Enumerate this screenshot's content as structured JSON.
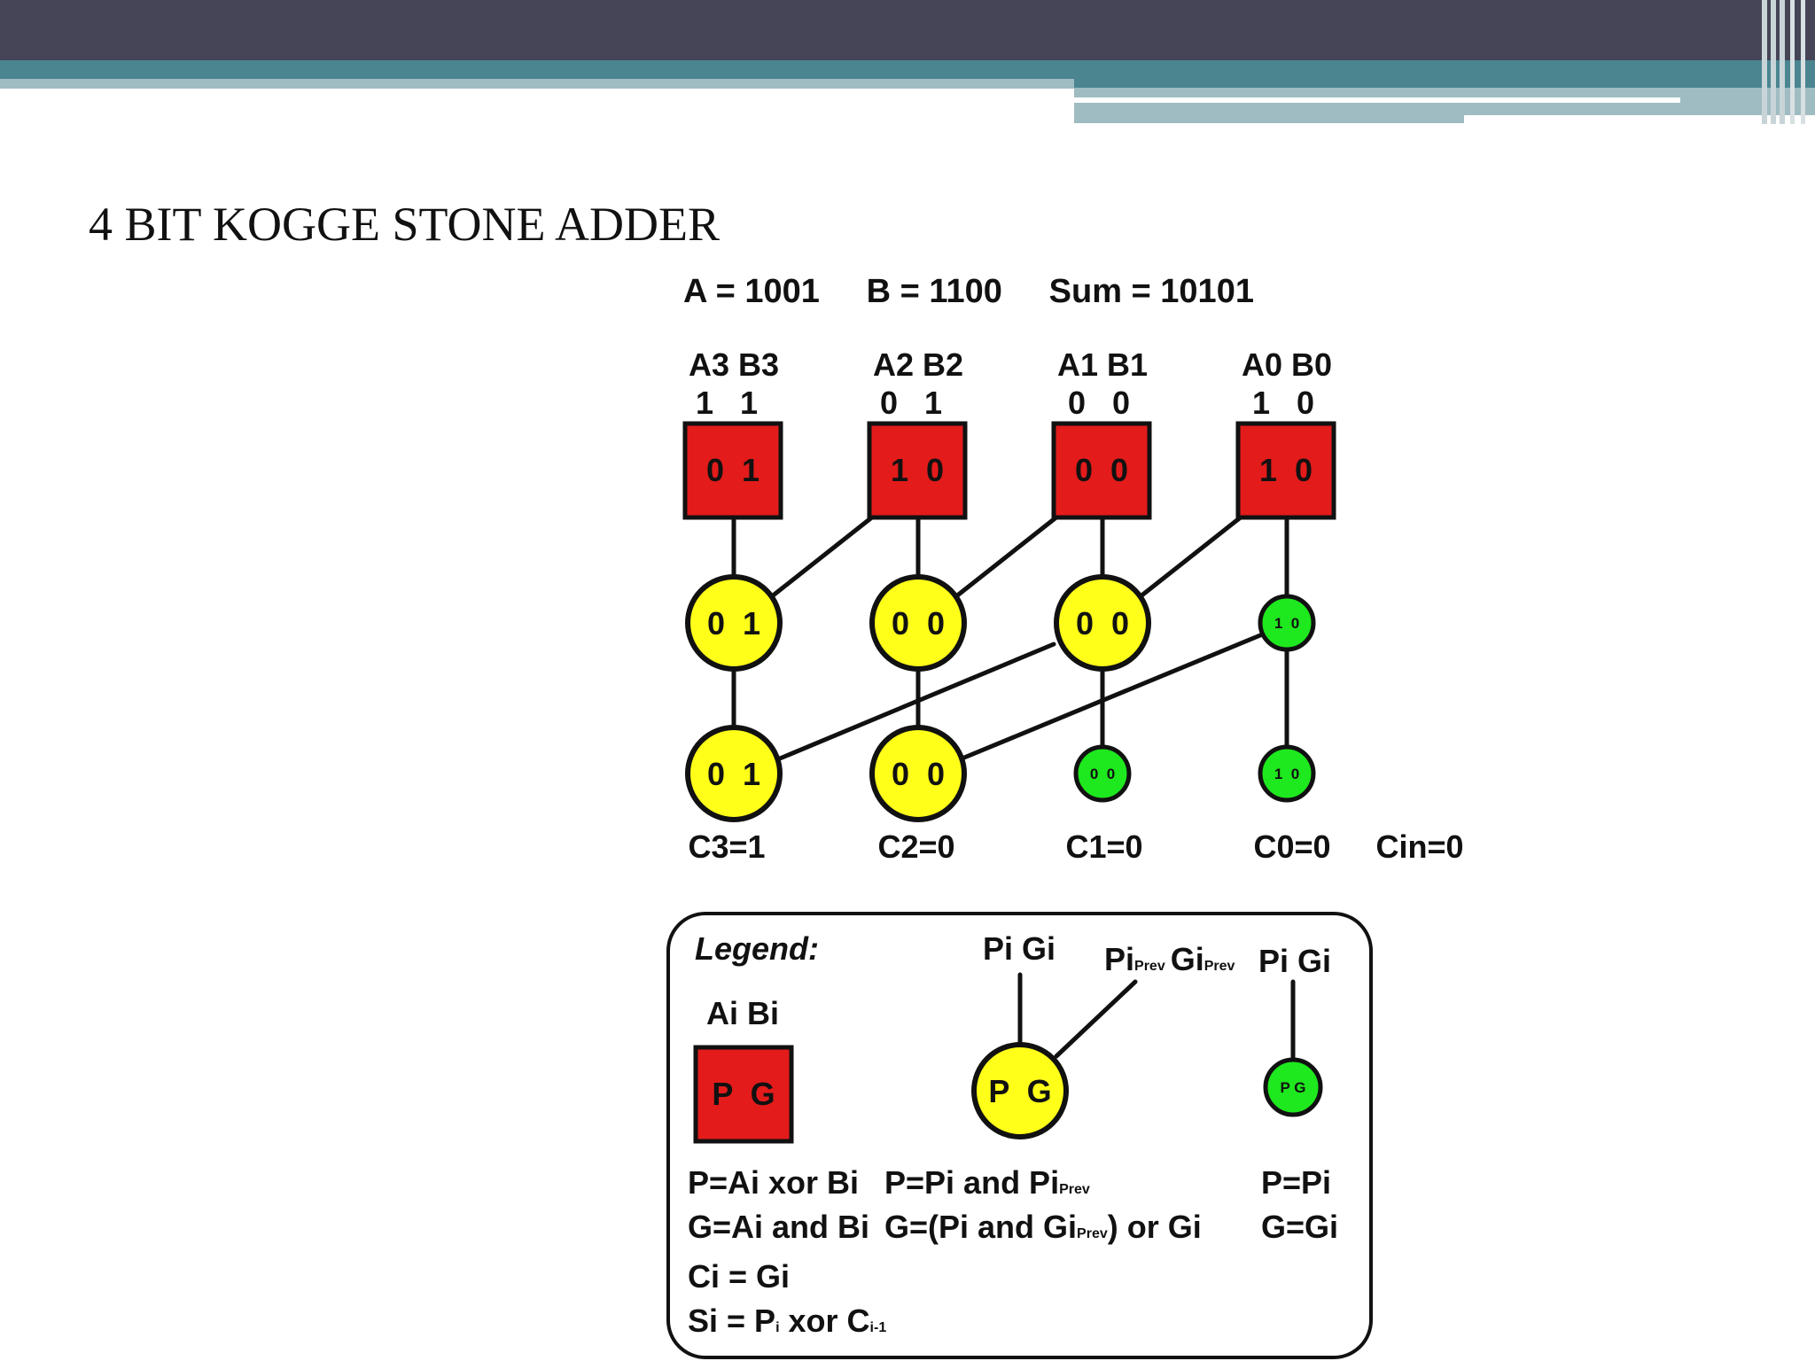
{
  "slide": {
    "title": "4 BIT KOGGE STONE ADDER"
  },
  "header": {
    "values": "A = 1001     B = 1100     Sum = 10101"
  },
  "columns": [
    {
      "label": "A3 B3",
      "bits": "1   1",
      "square": "0  1",
      "level1": "0  1",
      "level2": "0  1",
      "carry": "C3=1"
    },
    {
      "label": "A2 B2",
      "bits": "0   1",
      "square": "1  0",
      "level1": "0  0",
      "level2": "0  0",
      "carry": "C2=0"
    },
    {
      "label": "A1 B1",
      "bits": "0   0",
      "square": "0  0",
      "level1": "0  0",
      "level2": "0  0",
      "carry": "C1=0"
    },
    {
      "label": "A0 B0",
      "bits": "1   0",
      "square": "1  0",
      "level1": "1  0",
      "level2": "1  0",
      "carry": "C0=0"
    }
  ],
  "cin": "Cin=0",
  "legend": {
    "title": "Legend:",
    "square_label": "Ai Bi",
    "square_text": "P  G",
    "circle_top_label": "Pi Gi",
    "circle_prev_p": "Pi",
    "circle_prev_p_sub": "Prev",
    "circle_prev_g": "Gi",
    "circle_prev_g_sub": "Prev",
    "circle_text": "P  G",
    "small_top_label": "Pi Gi",
    "small_text": "P G",
    "square_formulas": [
      "P=Ai xor Bi",
      "G=Ai and Bi",
      "Ci = Gi"
    ],
    "sum_formula": {
      "a": "Si = P",
      "a_sub": "i",
      "b": " xor C",
      "b_sub": "i-1"
    },
    "circle_p_formula": {
      "a": "P=Pi and Pi",
      "a_sub": "Prev"
    },
    "circle_g_formula": {
      "a": "G=(Pi and Gi",
      "a_sub": "Prev",
      "b": ") or Gi"
    },
    "small_formulas": [
      "P=Pi",
      "G=Gi"
    ]
  },
  "colors": {
    "banner_dark": "#454557",
    "banner_teal": "#4a8590",
    "banner_light": "#9fbcc2",
    "square_fill": "#e31b1b",
    "yellow_node": "#ffff1a",
    "green_node": "#1ee81e"
  }
}
